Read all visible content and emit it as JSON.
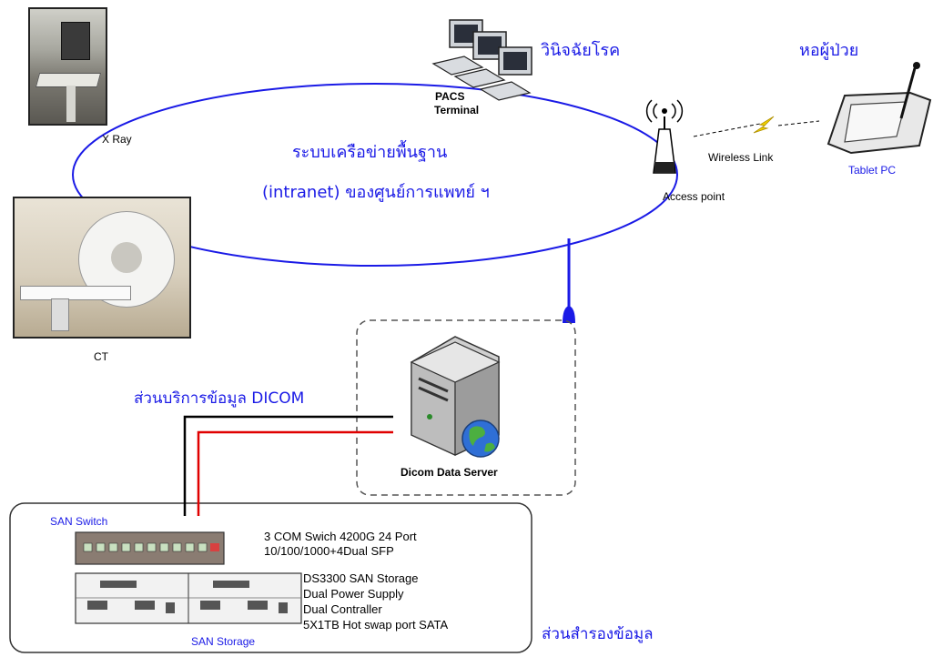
{
  "network": {
    "title_line1": "ระบบเครือข่ายพื้นฐาน",
    "title_line2": "(intranet) ของศูนย์การแพทย์ ฯ"
  },
  "nodes": {
    "xray": "X Ray",
    "ct": "CT",
    "pacs_line1": "PACS",
    "pacs_line2": "Terminal",
    "diagnosis": "วินิจฉัยโรค",
    "ward": "หอผู้ป่วย",
    "access_point": "Access point",
    "wireless_link": "Wireless Link",
    "tablet_pc": "Tablet PC",
    "dicom_server": "Dicom Data Server"
  },
  "dicom_service_label": "ส่วนบริการข้อมูล DICOM",
  "storage_section_label": "ส่วนสำรองข้อมูล",
  "san": {
    "switch_title": "SAN Switch",
    "switch_spec_line1": "3 COM  Swich 4200G 24 Port",
    "switch_spec_line2": "10/100/1000+4Dual SFP",
    "storage_title": "SAN Storage",
    "storage_spec_line1": "DS3300 SAN Storage",
    "storage_spec_line2": "Dual Power Supply",
    "storage_spec_line3": "Dual Contraller",
    "storage_spec_line4": "5X1TB Hot swap port SATA"
  },
  "colors": {
    "network_line": "#1a1ae6",
    "label_blue": "#1a1ae6",
    "cable_black": "#000000",
    "cable_red": "#e00000"
  }
}
